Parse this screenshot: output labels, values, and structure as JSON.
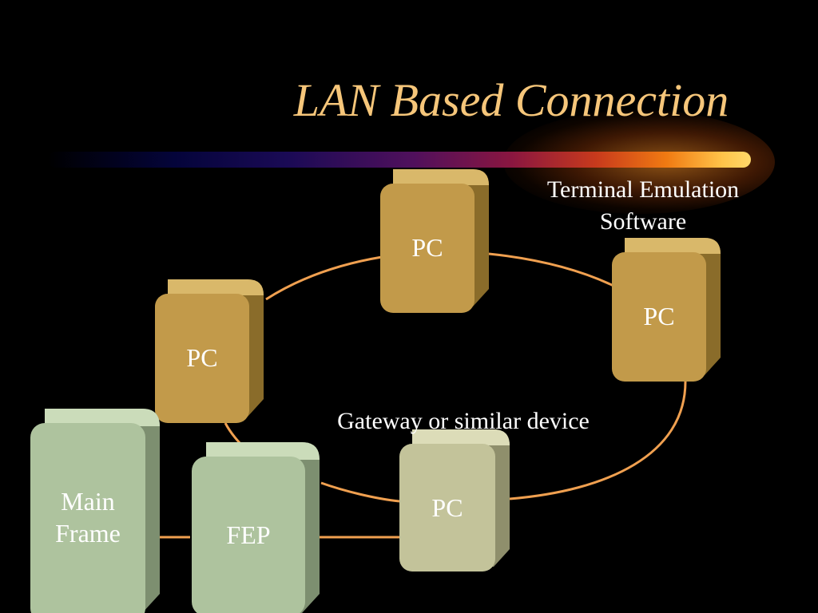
{
  "title": "LAN Based Connection",
  "captions": {
    "terminal": [
      "Terminal Emulation",
      "Software"
    ],
    "gateway": "Gateway or similar device"
  },
  "nodes": {
    "pc_top": "PC",
    "pc_right": "PC",
    "pc_left": "PC",
    "pc_gateway": "PC",
    "fep": "FEP",
    "mainframe": [
      "Main",
      "Frame"
    ]
  },
  "colors": {
    "pc": "#c29a4a",
    "gateway_pc": "#c3c39a",
    "mainframe": "#aec39e",
    "link": "#f0a050",
    "title": "#f6c67a"
  }
}
